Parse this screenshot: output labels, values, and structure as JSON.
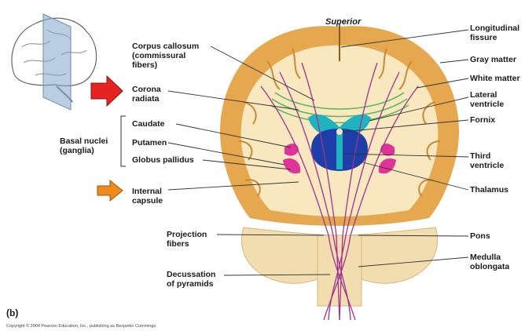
{
  "labels": {
    "superior": "Superior",
    "longitudinal_fissure": [
      "Longitudinal",
      "fissure"
    ],
    "gray_matter": [
      "Gray matter"
    ],
    "white_matter": [
      "White matter"
    ],
    "lateral_ventricle": [
      "Lateral",
      "ventricle"
    ],
    "fornix": [
      "Fornix"
    ],
    "third_ventricle": [
      "Third",
      "ventricle"
    ],
    "thalamus": [
      "Thalamus"
    ],
    "pons": [
      "Pons"
    ],
    "medulla_oblongata": [
      "Medulla",
      "oblongata"
    ],
    "corpus_callosum": [
      "Corpus callosum",
      "(commissural",
      "fibers)"
    ],
    "corona_radiata": [
      "Corona",
      "radiata"
    ],
    "caudate": [
      "Caudate"
    ],
    "putamen": [
      "Putamen"
    ],
    "globus_pallidus": [
      "Globus pallidus"
    ],
    "basal_nuclei": [
      "Basal nuclei",
      "(ganglia)"
    ],
    "internal_capsule": [
      "Internal",
      "capsule"
    ],
    "projection_fibers": [
      "Projection",
      "fibers"
    ],
    "decussation": [
      "Decussation",
      "of pyramids"
    ],
    "panel": "(b)",
    "copyright": "Copyright © 2004 Pearson Education, Inc., publishing as Benjamin Cummings."
  },
  "colors": {
    "gray_matter": "#e6a84e",
    "white_matter": "#f8e7bf",
    "ventricle": "#1fb3bf",
    "thalamus": "#1f3fa8",
    "basal_nuclei": "#e0339a",
    "fibers": "#a0338f",
    "commissural": "#5cb85c",
    "brainstem": "#f1ddb0",
    "arrow_red": "#e52421",
    "arrow_orange": "#f08a1c"
  },
  "icons": [
    "brain-thumbnail-icon",
    "red-arrow-icon",
    "orange-arrow-icon"
  ]
}
